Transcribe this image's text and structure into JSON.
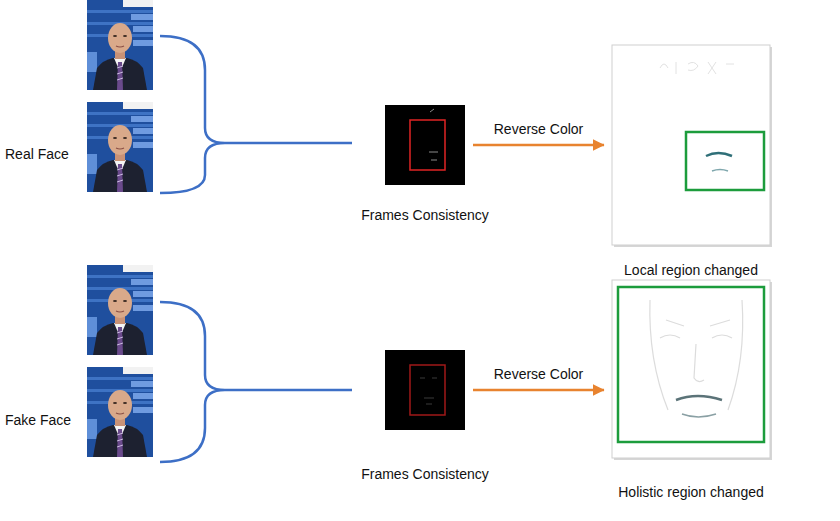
{
  "diagram": {
    "nodes": [
      {
        "text": [
          "Frames Consistency"
        ]
      },
      {
        "text": [
          "Local region changed"
        ]
      },
      {
        "text": [
          "Frames Consistency"
        ]
      },
      {
        "text": [
          "Holistic region changed"
        ]
      }
    ],
    "edges": [
      {
        "from": 0,
        "to": 1,
        "arrow": "to",
        "label": "Reverse Color"
      },
      {
        "from": 2,
        "to": 3,
        "arrow": "to",
        "label": "Reverse Color"
      }
    ],
    "labels": [
      "Real Face",
      "Fake Face"
    ]
  }
}
